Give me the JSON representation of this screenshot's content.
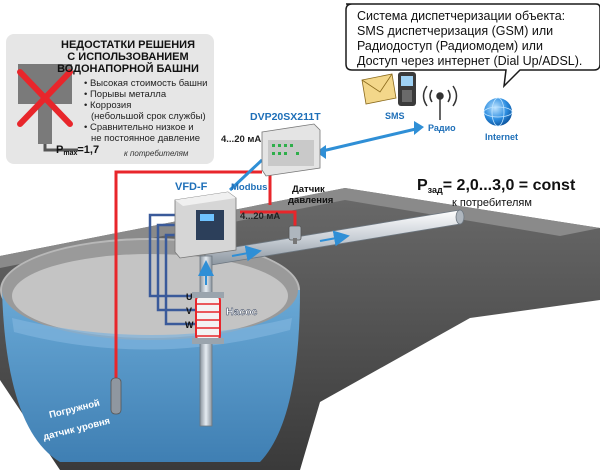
{
  "callout": {
    "lines": [
      "Система диспетчеризации объекта:",
      "SMS диспетчеризация (GSM) или",
      "Радиодоступ (Радиомодем) или",
      "Доступ через интернет (Dial Up/ADSL)."
    ]
  },
  "tower_panel": {
    "title_lines": [
      "НЕДОСТАТКИ РЕШЕНИЯ",
      "С ИСПОЛЬЗОВАНИЕМ",
      "ВОДОНАПОРНОЙ БАШНИ"
    ],
    "bullets": [
      "Высокая стоимость башни",
      "Порывы металла",
      "Коррозия",
      "(небольшой срок службы)",
      "Сравнительно низкое и",
      "не постоянное давление"
    ],
    "pmax_symbol": "P",
    "pmax_sub": "max",
    "pmax_value": "=1,7",
    "consumers": "к потребителям"
  },
  "plc": {
    "label": "DVP20SX211T",
    "signal": "4...20 мА"
  },
  "comms": {
    "sms": "SMS",
    "radio": "Радио",
    "internet": "Internet"
  },
  "vfd": {
    "label": "VFD-F",
    "modbus": "Modbus",
    "signal": "4...20 мА"
  },
  "sensor": {
    "label_line1": "Датчик",
    "label_line2": "давления"
  },
  "pressure": {
    "symbol": "P",
    "sub": "зад",
    "value": "= 2,0...3,0 = const",
    "consumers": "к потребителям"
  },
  "motor": {
    "phases": [
      "U",
      "V",
      "W"
    ]
  },
  "pump": {
    "label": "Насос"
  },
  "level_sensor": {
    "line1": "Погружной",
    "line2": "датчик уровня"
  },
  "colors": {
    "red_line": "#e8262b",
    "blue_line": "#2f8fd6",
    "water": "#5c9fd0",
    "panel_bg": "#e6e6e6",
    "ground": "#4a4a4a",
    "callout_border": "#1a1a1a"
  },
  "icons": [
    "envelope-icon",
    "phone-icon",
    "antenna-icon",
    "globe-icon",
    "tower-icon",
    "cross-icon"
  ]
}
